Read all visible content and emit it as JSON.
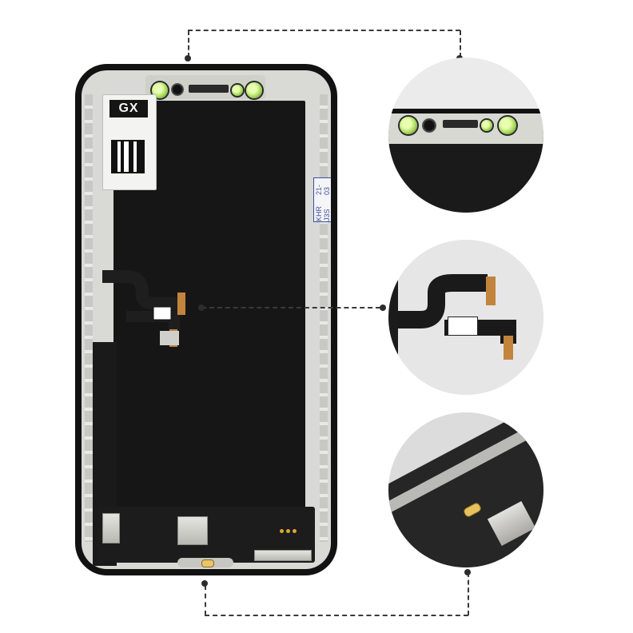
{
  "image": {
    "subject": "replacement-phone-screen-assembly-back",
    "accent_colors": {
      "sensor": "#a6d85a",
      "stamp_ink": "#3b4fa0",
      "connector_gold": "#e8c15f",
      "dashes": "#3a3a3a"
    }
  },
  "phone": {
    "brand_label": "GX",
    "stamp_line1": "KHR J3S",
    "stamp_line2": "21-03"
  },
  "callouts": [
    {
      "name": "top-sensor-area"
    },
    {
      "name": "flex-cable"
    },
    {
      "name": "bottom-connector"
    }
  ]
}
